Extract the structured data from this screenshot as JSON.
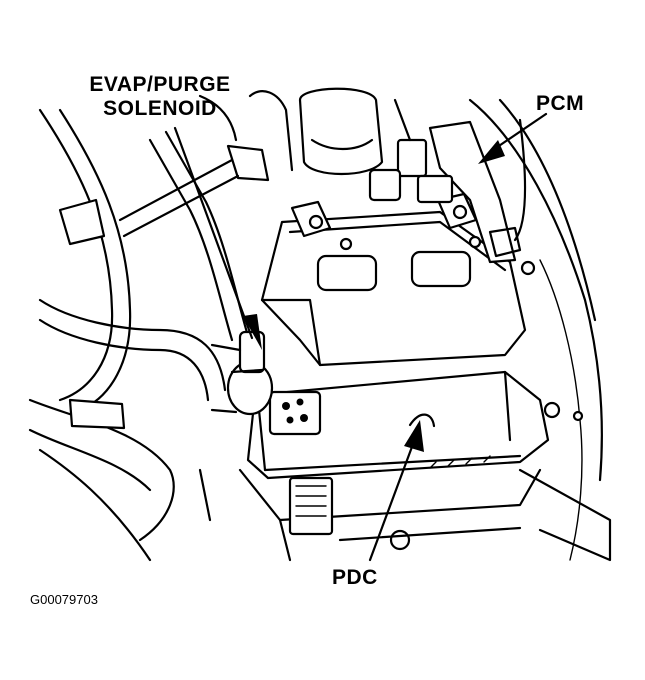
{
  "labels": {
    "evap_line1": "EVAP/PURGE",
    "evap_line2": "SOLENOID",
    "pcm": "PCM",
    "pdc": "PDC"
  },
  "figure_id": "G00079703",
  "colors": {
    "ink": "#000000",
    "paper": "#ffffff"
  }
}
